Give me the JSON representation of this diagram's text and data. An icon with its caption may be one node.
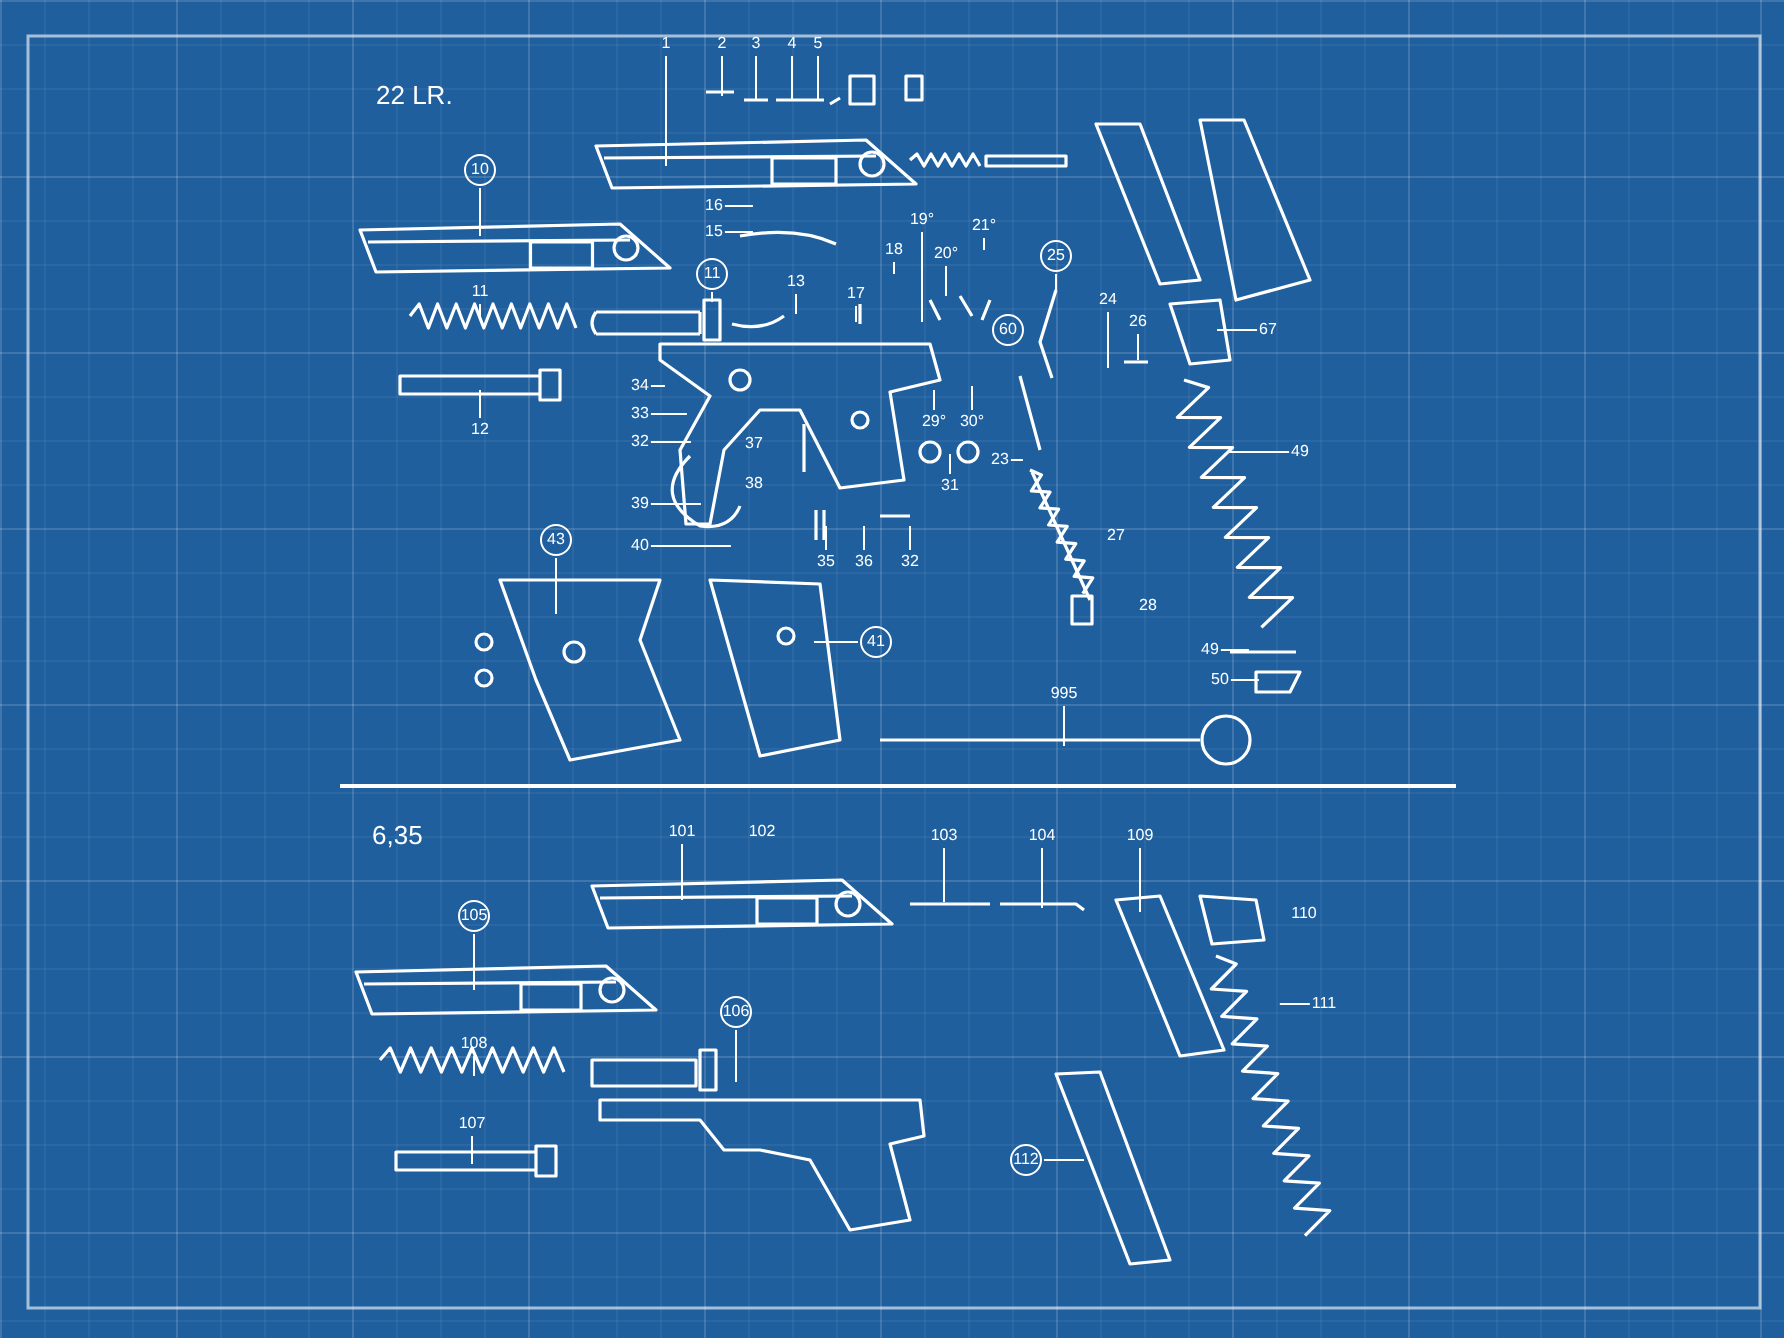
{
  "diagram": {
    "nodes": [
      {
        "text": [
          "1"
        ]
      },
      {
        "text": [
          "2"
        ]
      },
      {
        "text": [
          "3"
        ]
      },
      {
        "text": [
          "4"
        ]
      },
      {
        "text": [
          "5"
        ]
      },
      {
        "text": [
          "10"
        ]
      },
      {
        "text": [
          "11"
        ]
      },
      {
        "text": [
          "12"
        ]
      },
      {
        "text": [
          "16"
        ]
      },
      {
        "text": [
          "15"
        ]
      },
      {
        "text": [
          "11"
        ]
      },
      {
        "text": [
          "13"
        ]
      },
      {
        "text": [
          "17"
        ]
      },
      {
        "text": [
          "18"
        ]
      },
      {
        "text": [
          "19°"
        ]
      },
      {
        "text": [
          "20°"
        ]
      },
      {
        "text": [
          "21°"
        ]
      },
      {
        "text": [
          "25"
        ]
      },
      {
        "text": [
          "24"
        ]
      },
      {
        "text": [
          "26"
        ]
      },
      {
        "text": [
          "60"
        ]
      },
      {
        "text": [
          "67"
        ]
      },
      {
        "text": [
          "34"
        ]
      },
      {
        "text": [
          "33"
        ]
      },
      {
        "text": [
          "32"
        ]
      },
      {
        "text": [
          "37"
        ]
      },
      {
        "text": [
          "38"
        ]
      },
      {
        "text": [
          "39"
        ]
      },
      {
        "text": [
          "40"
        ]
      },
      {
        "text": [
          "35"
        ]
      },
      {
        "text": [
          "36"
        ]
      },
      {
        "text": [
          "32"
        ]
      },
      {
        "text": [
          "29°"
        ]
      },
      {
        "text": [
          "30°"
        ]
      },
      {
        "text": [
          "31"
        ]
      },
      {
        "text": [
          "23"
        ]
      },
      {
        "text": [
          "27"
        ]
      },
      {
        "text": [
          "28"
        ]
      },
      {
        "text": [
          "49"
        ]
      },
      {
        "text": [
          "49"
        ]
      },
      {
        "text": [
          "50"
        ]
      },
      {
        "text": [
          "43"
        ]
      },
      {
        "text": [
          "41"
        ]
      },
      {
        "text": [
          "995"
        ]
      },
      {
        "text": [
          "101"
        ]
      },
      {
        "text": [
          "102"
        ]
      },
      {
        "text": [
          "103"
        ]
      },
      {
        "text": [
          "104"
        ]
      },
      {
        "text": [
          "109"
        ]
      },
      {
        "text": [
          "110"
        ]
      },
      {
        "text": [
          "111"
        ]
      },
      {
        "text": [
          "105"
        ]
      },
      {
        "text": [
          "106"
        ]
      },
      {
        "text": [
          "108"
        ]
      },
      {
        "text": [
          "107"
        ]
      },
      {
        "text": [
          "112"
        ]
      }
    ],
    "edges": [
      {
        "from": 0,
        "to": null,
        "arrow": "none"
      },
      {
        "from": 1,
        "to": null,
        "arrow": "none"
      },
      {
        "from": 2,
        "to": null,
        "arrow": "none"
      },
      {
        "from": 3,
        "to": null,
        "arrow": "none"
      },
      {
        "from": 4,
        "to": null,
        "arrow": "none"
      },
      {
        "from": 5,
        "to": null,
        "arrow": "none"
      },
      {
        "from": 6,
        "to": null,
        "arrow": "none"
      },
      {
        "from": 7,
        "to": null,
        "arrow": "none"
      },
      {
        "from": 8,
        "to": null,
        "arrow": "none"
      },
      {
        "from": 9,
        "to": null,
        "arrow": "none"
      },
      {
        "from": 10,
        "to": null,
        "arrow": "none"
      },
      {
        "from": 11,
        "to": null,
        "arrow": "none"
      },
      {
        "from": 12,
        "to": null,
        "arrow": "none"
      },
      {
        "from": 13,
        "to": null,
        "arrow": "none"
      },
      {
        "from": 14,
        "to": null,
        "arrow": "none"
      },
      {
        "from": 15,
        "to": null,
        "arrow": "none"
      },
      {
        "from": 16,
        "to": null,
        "arrow": "none"
      },
      {
        "from": 17,
        "to": null,
        "arrow": "none"
      },
      {
        "from": 18,
        "to": null,
        "arrow": "none"
      },
      {
        "from": 19,
        "to": null,
        "arrow": "none"
      },
      {
        "from": 21,
        "to": null,
        "arrow": "none"
      },
      {
        "from": 22,
        "to": null,
        "arrow": "none"
      },
      {
        "from": 23,
        "to": null,
        "arrow": "none"
      },
      {
        "from": 24,
        "to": null,
        "arrow": "none"
      },
      {
        "from": 27,
        "to": null,
        "arrow": "none"
      },
      {
        "from": 28,
        "to": null,
        "arrow": "none"
      },
      {
        "from": 29,
        "to": null,
        "arrow": "none"
      },
      {
        "from": 30,
        "to": null,
        "arrow": "none"
      },
      {
        "from": 31,
        "to": null,
        "arrow": "none"
      },
      {
        "from": 32,
        "to": null,
        "arrow": "none"
      },
      {
        "from": 33,
        "to": null,
        "arrow": "none"
      },
      {
        "from": 34,
        "to": null,
        "arrow": "none"
      },
      {
        "from": 35,
        "to": null,
        "arrow": "none"
      },
      {
        "from": 38,
        "to": null,
        "arrow": "none"
      },
      {
        "from": 39,
        "to": null,
        "arrow": "none"
      },
      {
        "from": 40,
        "to": null,
        "arrow": "none"
      },
      {
        "from": 41,
        "to": null,
        "arrow": "none"
      },
      {
        "from": 42,
        "to": null,
        "arrow": "none"
      },
      {
        "from": 43,
        "to": null,
        "arrow": "none"
      },
      {
        "from": 44,
        "to": null,
        "arrow": "none"
      },
      {
        "from": 46,
        "to": null,
        "arrow": "none"
      },
      {
        "from": 47,
        "to": null,
        "arrow": "none"
      },
      {
        "from": 48,
        "to": null,
        "arrow": "none"
      },
      {
        "from": 50,
        "to": null,
        "arrow": "none"
      },
      {
        "from": 51,
        "to": null,
        "arrow": "none"
      },
      {
        "from": 52,
        "to": null,
        "arrow": "none"
      },
      {
        "from": 53,
        "to": null,
        "arrow": "none"
      },
      {
        "from": 54,
        "to": null,
        "arrow": "none"
      },
      {
        "from": 55,
        "to": null,
        "arrow": "none"
      }
    ],
    "labels": [
      "22 LR.",
      "6,35"
    ]
  }
}
